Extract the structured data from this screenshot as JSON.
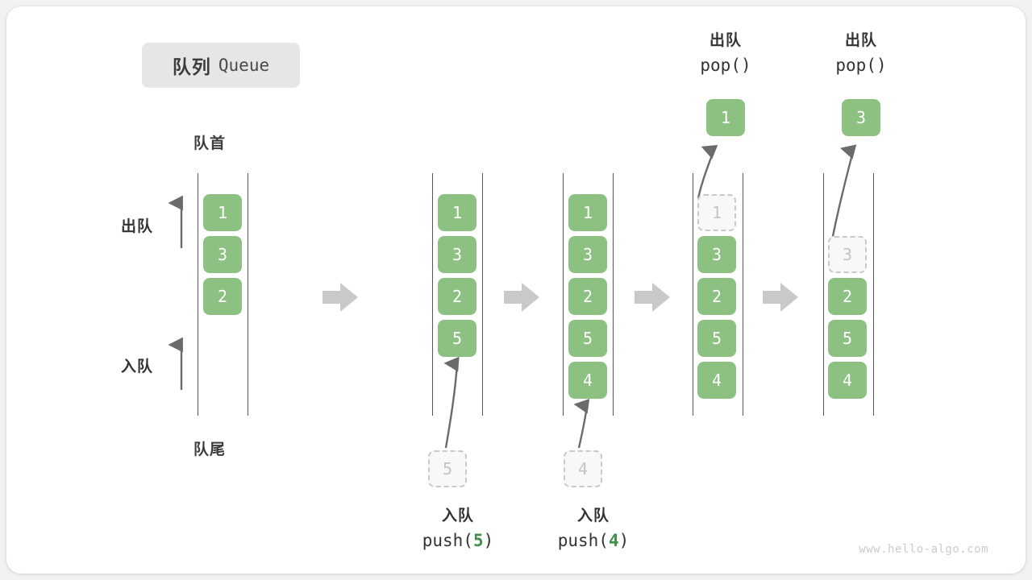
{
  "title": {
    "cn": "队列",
    "en": "Queue"
  },
  "labels": {
    "front": "队首",
    "rear": "队尾",
    "dequeue": "出队",
    "enqueue": "入队"
  },
  "watermark": "www.hello-algo.com",
  "colors": {
    "cell_fill": "#8cc182",
    "cell_text": "#ffffff",
    "ghost_fill": "#f8f8f8",
    "ghost_border": "#c9c9c9",
    "ghost_text": "#c4c4c4",
    "rail": "#555555",
    "arrow": "#6b6b6b",
    "step_arrow": "#c9c9c9",
    "accent_green": "#3f8f49",
    "chip_bg": "#e6e6e6",
    "card_bg": "#ffffff",
    "page_bg": "#f2f2f2"
  },
  "columns": [
    {
      "id": "initial",
      "cells": [
        {
          "value": "1",
          "state": "filled"
        },
        {
          "value": "3",
          "state": "filled"
        },
        {
          "value": "2",
          "state": "filled"
        }
      ],
      "caption": null,
      "header": null,
      "popped": null
    },
    {
      "id": "push-5",
      "cells": [
        {
          "value": "1",
          "state": "filled"
        },
        {
          "value": "3",
          "state": "filled"
        },
        {
          "value": "2",
          "state": "filled"
        },
        {
          "value": "5",
          "state": "filled"
        }
      ],
      "incoming": {
        "value": "5",
        "state": "ghost"
      },
      "caption": {
        "line1": "入队",
        "op": "push(",
        "arg": "5",
        "close": ")"
      },
      "header": null,
      "popped": null
    },
    {
      "id": "push-4",
      "cells": [
        {
          "value": "1",
          "state": "filled"
        },
        {
          "value": "3",
          "state": "filled"
        },
        {
          "value": "2",
          "state": "filled"
        },
        {
          "value": "5",
          "state": "filled"
        },
        {
          "value": "4",
          "state": "filled"
        }
      ],
      "incoming": {
        "value": "4",
        "state": "ghost"
      },
      "caption": {
        "line1": "入队",
        "op": "push(",
        "arg": "4",
        "close": ")"
      },
      "header": null,
      "popped": null
    },
    {
      "id": "pop-1",
      "cells": [
        {
          "value": "1",
          "state": "ghost"
        },
        {
          "value": "3",
          "state": "filled"
        },
        {
          "value": "2",
          "state": "filled"
        },
        {
          "value": "5",
          "state": "filled"
        },
        {
          "value": "4",
          "state": "filled"
        }
      ],
      "caption": null,
      "header": {
        "line1": "出队",
        "line2": "pop()"
      },
      "popped": {
        "value": "1",
        "state": "filled"
      }
    },
    {
      "id": "pop-3",
      "cells": [
        {
          "value": "",
          "state": "empty"
        },
        {
          "value": "3",
          "state": "ghost"
        },
        {
          "value": "2",
          "state": "filled"
        },
        {
          "value": "5",
          "state": "filled"
        },
        {
          "value": "4",
          "state": "filled"
        }
      ],
      "caption": null,
      "header": {
        "line1": "出队",
        "line2": "pop()"
      },
      "popped": {
        "value": "3",
        "state": "filled"
      }
    }
  ],
  "step_arrows": [
    {
      "between": "initial-push5"
    },
    {
      "between": "push5-push4"
    },
    {
      "between": "push4-pop1"
    },
    {
      "between": "pop1-pop3"
    }
  ]
}
